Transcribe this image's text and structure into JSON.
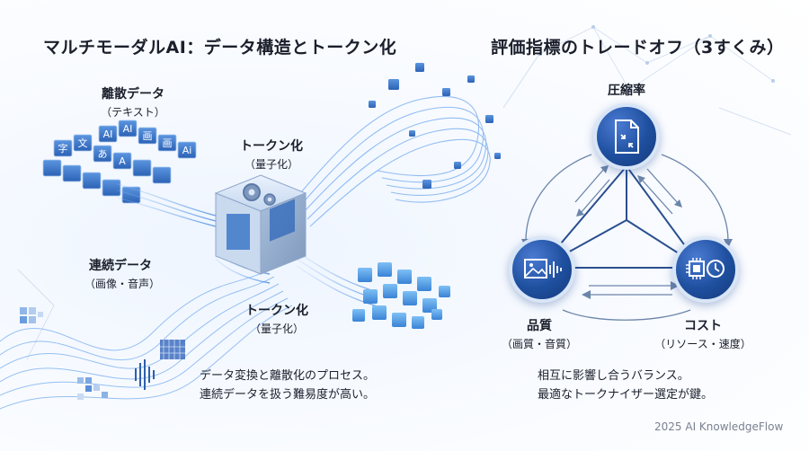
{
  "left": {
    "title": "マルチモーダルAI：データ構造とトークン化",
    "discrete_label": "離散データ",
    "discrete_sub": "（テキスト）",
    "continuous_label": "連続データ",
    "continuous_sub": "（画像・音声）",
    "token_top_label": "トークン化",
    "token_top_sub": "（量子化）",
    "token_bottom_label": "トークン化",
    "token_bottom_sub": "（量子化）",
    "caption_line1": "データ変換と離散化のプロセス。",
    "caption_line2": "連続データを扱う難易度が高い。",
    "block_glyphs": [
      "AI",
      "AI",
      "画",
      "画",
      "Ai",
      "字",
      "文",
      "あ",
      "A"
    ]
  },
  "right": {
    "title": "評価指標のトレードオフ（3すくみ）",
    "compression_label": "圧縮率",
    "quality_label": "品質",
    "quality_sub": "（画質・音質）",
    "cost_label": "コスト",
    "cost_sub": "（リソース・速度）",
    "caption_line1": "相互に影響し合うバランス。",
    "caption_line2": "最適なトークナイザー選定が鍵。"
  },
  "footer": "2025 AI KnowledgeFlow",
  "icons": {
    "compression": "document-compress-icon",
    "quality": "image-audio-icon",
    "cost": "chip-clock-icon",
    "processor": "gear-cube-icon"
  },
  "colors": {
    "accent": "#1e4f9e",
    "light": "#7fb2f0",
    "text": "#1a1f2b"
  }
}
